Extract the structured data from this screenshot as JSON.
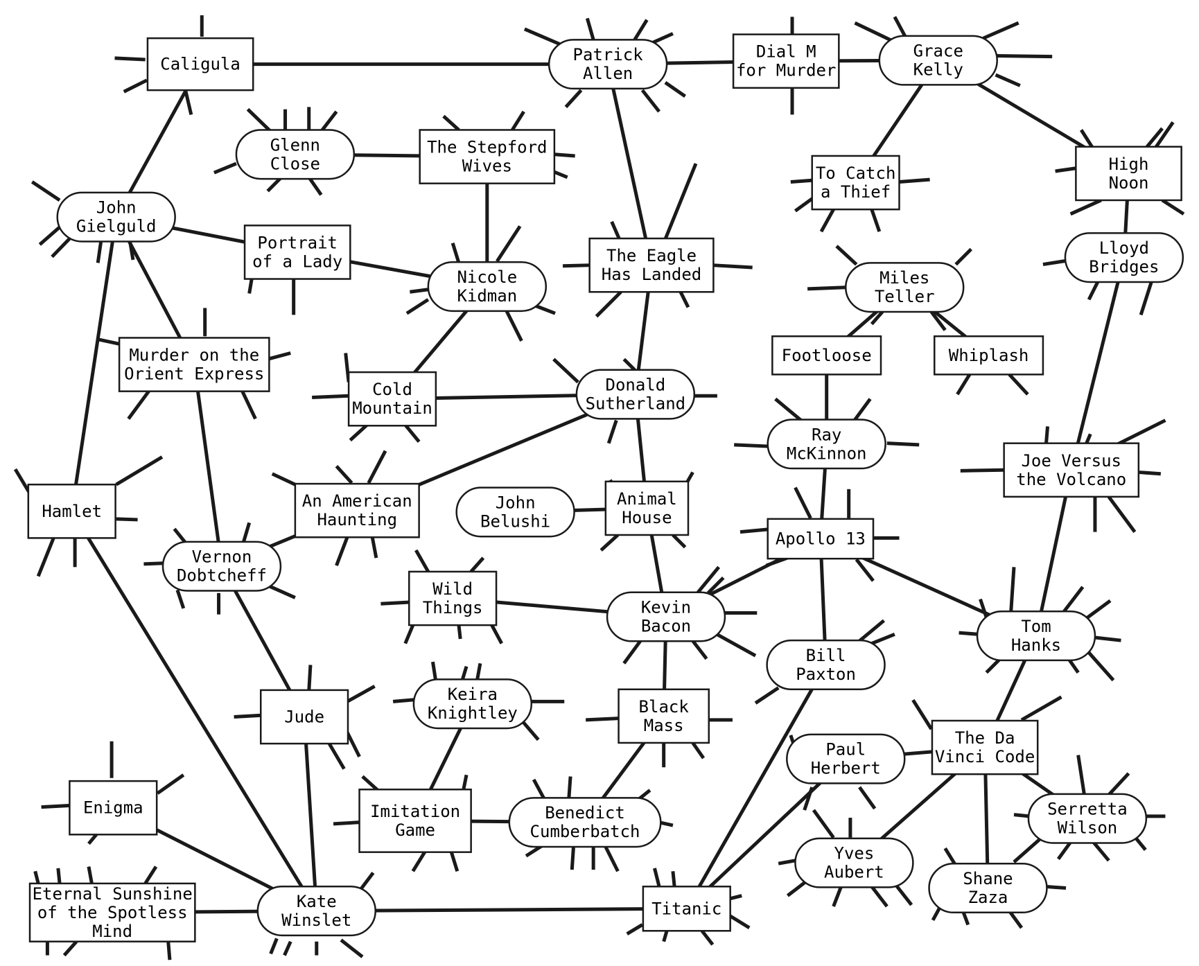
{
  "nodes": [
    {
      "id": "caligula",
      "kind": "film",
      "lines": [
        "Caligula"
      ]
    },
    {
      "id": "patrick_allen",
      "kind": "actor",
      "lines": [
        "Patrick",
        "Allen"
      ]
    },
    {
      "id": "dial_m",
      "kind": "film",
      "lines": [
        "Dial M",
        "for Murder"
      ]
    },
    {
      "id": "grace_kelly",
      "kind": "actor",
      "lines": [
        "Grace",
        "Kelly"
      ]
    },
    {
      "id": "glenn_close",
      "kind": "actor",
      "lines": [
        "Glenn",
        "Close"
      ]
    },
    {
      "id": "stepford",
      "kind": "film",
      "lines": [
        "The Stepford",
        "Wives"
      ]
    },
    {
      "id": "to_catch",
      "kind": "film",
      "lines": [
        "To Catch",
        "a Thief"
      ]
    },
    {
      "id": "high_noon",
      "kind": "film",
      "lines": [
        "High",
        "Noon"
      ]
    },
    {
      "id": "john_gielgud",
      "kind": "actor",
      "lines": [
        "John",
        "Gielguld"
      ]
    },
    {
      "id": "portrait",
      "kind": "film",
      "lines": [
        "Portrait",
        "of a Lady"
      ]
    },
    {
      "id": "nicole_kidman",
      "kind": "actor",
      "lines": [
        "Nicole",
        "Kidman"
      ]
    },
    {
      "id": "eagle",
      "kind": "film",
      "lines": [
        "The Eagle",
        "Has Landed"
      ]
    },
    {
      "id": "lloyd_bridges",
      "kind": "actor",
      "lines": [
        "Lloyd",
        "Bridges"
      ]
    },
    {
      "id": "miles_teller",
      "kind": "actor",
      "lines": [
        "Miles",
        "Teller"
      ]
    },
    {
      "id": "murder_orient",
      "kind": "film",
      "lines": [
        "Murder on the",
        "Orient Express"
      ]
    },
    {
      "id": "footloose",
      "kind": "film",
      "lines": [
        "Footloose"
      ]
    },
    {
      "id": "whiplash",
      "kind": "film",
      "lines": [
        "Whiplash"
      ]
    },
    {
      "id": "cold_mountain",
      "kind": "film",
      "lines": [
        "Cold",
        "Mountain"
      ]
    },
    {
      "id": "donald_sutherland",
      "kind": "actor",
      "lines": [
        "Donald",
        "Sutherland"
      ]
    },
    {
      "id": "ray_mckinnon",
      "kind": "actor",
      "lines": [
        "Ray",
        "McKinnon"
      ]
    },
    {
      "id": "joe_volcano",
      "kind": "film",
      "lines": [
        "Joe Versus",
        "the Volcano"
      ]
    },
    {
      "id": "hamlet",
      "kind": "film",
      "lines": [
        "Hamlet"
      ]
    },
    {
      "id": "american_haunting",
      "kind": "film",
      "lines": [
        "An American",
        "Haunting"
      ]
    },
    {
      "id": "john_belushi",
      "kind": "actor",
      "lines": [
        "John",
        "Belushi"
      ]
    },
    {
      "id": "animal_house",
      "kind": "film",
      "lines": [
        "Animal",
        "House"
      ]
    },
    {
      "id": "apollo13",
      "kind": "film",
      "lines": [
        "Apollo 13"
      ]
    },
    {
      "id": "vernon",
      "kind": "actor",
      "lines": [
        "Vernon",
        "Dobtcheff"
      ]
    },
    {
      "id": "wild_things",
      "kind": "film",
      "lines": [
        "Wild",
        "Things"
      ]
    },
    {
      "id": "kevin_bacon",
      "kind": "actor",
      "lines": [
        "Kevin",
        "Bacon"
      ]
    },
    {
      "id": "tom_hanks",
      "kind": "actor",
      "lines": [
        "Tom",
        "Hanks"
      ]
    },
    {
      "id": "bill_paxton",
      "kind": "actor",
      "lines": [
        "Bill",
        "Paxton"
      ]
    },
    {
      "id": "keira",
      "kind": "actor",
      "lines": [
        "Keira",
        "Knightley"
      ]
    },
    {
      "id": "jude",
      "kind": "film",
      "lines": [
        "Jude"
      ]
    },
    {
      "id": "black_mass",
      "kind": "film",
      "lines": [
        "Black",
        "Mass"
      ]
    },
    {
      "id": "da_vinci",
      "kind": "film",
      "lines": [
        "The Da",
        "Vinci Code"
      ]
    },
    {
      "id": "paul_herbert",
      "kind": "actor",
      "lines": [
        "Paul",
        "Herbert"
      ]
    },
    {
      "id": "enigma",
      "kind": "film",
      "lines": [
        "Enigma"
      ]
    },
    {
      "id": "imitation",
      "kind": "film",
      "lines": [
        "Imitation",
        "Game"
      ]
    },
    {
      "id": "benedict",
      "kind": "actor",
      "lines": [
        "Benedict",
        "Cumberbatch"
      ]
    },
    {
      "id": "serretta",
      "kind": "actor",
      "lines": [
        "Serretta",
        "Wilson"
      ]
    },
    {
      "id": "yves",
      "kind": "actor",
      "lines": [
        "Yves",
        "Aubert"
      ]
    },
    {
      "id": "shane",
      "kind": "actor",
      "lines": [
        "Shane",
        "Zaza"
      ]
    },
    {
      "id": "eternal",
      "kind": "film",
      "lines": [
        "Eternal Sunshine",
        "of the Spotless",
        "Mind"
      ]
    },
    {
      "id": "kate_winslet",
      "kind": "actor",
      "lines": [
        "Kate",
        "Winslet"
      ]
    },
    {
      "id": "titanic",
      "kind": "film",
      "lines": [
        "Titanic"
      ]
    }
  ],
  "edges": [
    [
      "caligula",
      "patrick_allen"
    ],
    [
      "caligula",
      "john_gielgud"
    ],
    [
      "patrick_allen",
      "dial_m"
    ],
    [
      "patrick_allen",
      "eagle"
    ],
    [
      "dial_m",
      "grace_kelly"
    ],
    [
      "grace_kelly",
      "to_catch"
    ],
    [
      "grace_kelly",
      "high_noon"
    ],
    [
      "high_noon",
      "lloyd_bridges"
    ],
    [
      "lloyd_bridges",
      "joe_volcano"
    ],
    [
      "glenn_close",
      "stepford"
    ],
    [
      "stepford",
      "nicole_kidman"
    ],
    [
      "john_gielgud",
      "portrait"
    ],
    [
      "john_gielgud",
      "murder_orient"
    ],
    [
      "john_gielgud",
      "hamlet"
    ],
    [
      "portrait",
      "nicole_kidman"
    ],
    [
      "nicole_kidman",
      "cold_mountain"
    ],
    [
      "cold_mountain",
      "donald_sutherland"
    ],
    [
      "eagle",
      "donald_sutherland"
    ],
    [
      "donald_sutherland",
      "american_haunting"
    ],
    [
      "donald_sutherland",
      "animal_house"
    ],
    [
      "miles_teller",
      "footloose"
    ],
    [
      "miles_teller",
      "whiplash"
    ],
    [
      "footloose",
      "ray_mckinnon"
    ],
    [
      "ray_mckinnon",
      "apollo13"
    ],
    [
      "murder_orient",
      "vernon"
    ],
    [
      "american_haunting",
      "vernon"
    ],
    [
      "vernon",
      "jude"
    ],
    [
      "john_belushi",
      "animal_house"
    ],
    [
      "animal_house",
      "kevin_bacon"
    ],
    [
      "apollo13",
      "kevin_bacon"
    ],
    [
      "apollo13",
      "tom_hanks"
    ],
    [
      "apollo13",
      "bill_paxton"
    ],
    [
      "joe_volcano",
      "tom_hanks"
    ],
    [
      "tom_hanks",
      "da_vinci"
    ],
    [
      "wild_things",
      "kevin_bacon"
    ],
    [
      "kevin_bacon",
      "black_mass"
    ],
    [
      "black_mass",
      "benedict"
    ],
    [
      "keira",
      "imitation"
    ],
    [
      "imitation",
      "benedict"
    ],
    [
      "bill_paxton",
      "titanic"
    ],
    [
      "paul_herbert",
      "titanic"
    ],
    [
      "da_vinci",
      "paul_herbert"
    ],
    [
      "da_vinci",
      "yves"
    ],
    [
      "da_vinci",
      "serretta"
    ],
    [
      "da_vinci",
      "shane"
    ],
    [
      "hamlet",
      "kate_winslet"
    ],
    [
      "jude",
      "kate_winslet"
    ],
    [
      "enigma",
      "kate_winslet"
    ],
    [
      "eternal",
      "kate_winslet"
    ],
    [
      "kate_winslet",
      "titanic"
    ]
  ]
}
